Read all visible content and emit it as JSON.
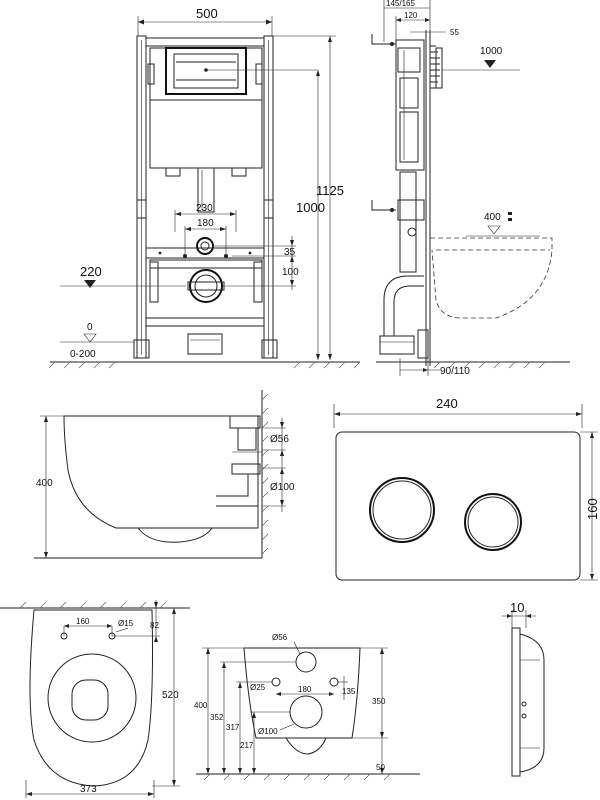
{
  "frame_front": {
    "width": "500",
    "inner_230": "230",
    "inner_180": "180",
    "h_35": "35",
    "h_100": "100",
    "h_220": "220",
    "h_0": "0",
    "h_0_200": "0-200",
    "h_1000": "1000",
    "h_1125": "1125"
  },
  "frame_side": {
    "depth": "145/165",
    "d_120": "120",
    "d_55": "55",
    "h_1000": "1000",
    "h_400": "400",
    "bottom": "90/110"
  },
  "bowl_side": {
    "height": "400",
    "d56": "Ø56",
    "d100": "Ø100"
  },
  "flush_plate": {
    "width": "240",
    "height": "160"
  },
  "bowl_top": {
    "d_160": "160",
    "d_15": "Ø15",
    "d_82": "82",
    "h_520": "520",
    "w_373": "373"
  },
  "bowl_back": {
    "d56": "Ø56",
    "d25": "Ø25",
    "w_180": "180",
    "h_135": "135",
    "d100": "Ø100",
    "h_400": "400",
    "h_352": "352",
    "h_317": "317",
    "h_217": "217",
    "h_350": "350",
    "h_50": "50"
  },
  "plate_side": {
    "thickness": "10"
  }
}
